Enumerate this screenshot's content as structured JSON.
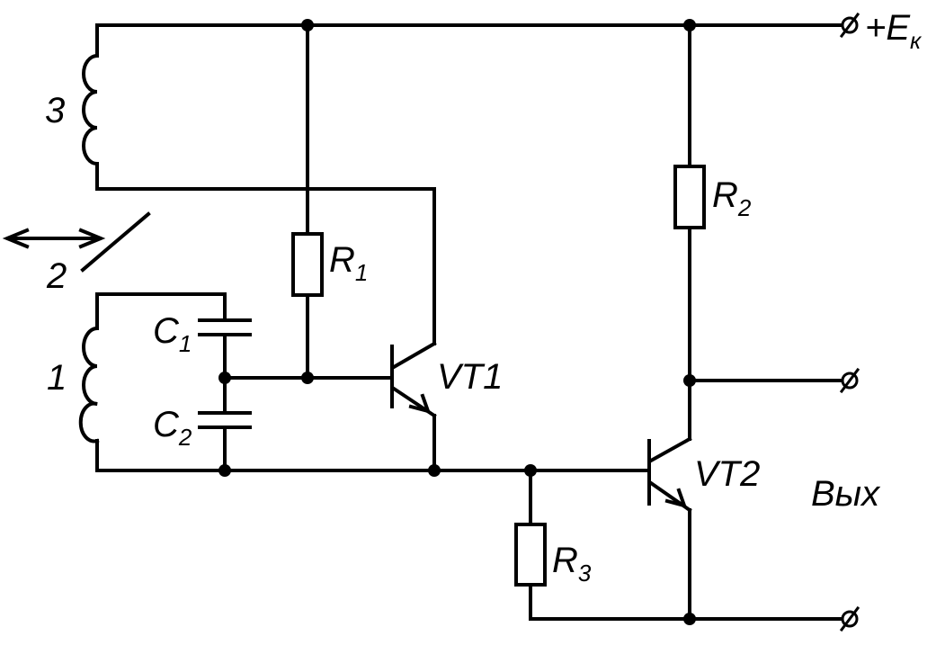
{
  "labels": {
    "coil3": "3",
    "coil1": "1",
    "core": "2",
    "r1": "R",
    "r1_sub": "1",
    "r2": "R",
    "r2_sub": "2",
    "r3": "R",
    "r3_sub": "3",
    "c1": "C",
    "c1_sub": "1",
    "c2": "C",
    "c2_sub": "2",
    "vt1": "VT1",
    "vt2": "VT2",
    "supply_prefix": "+E",
    "supply_sub": "к",
    "output": "Вых"
  }
}
